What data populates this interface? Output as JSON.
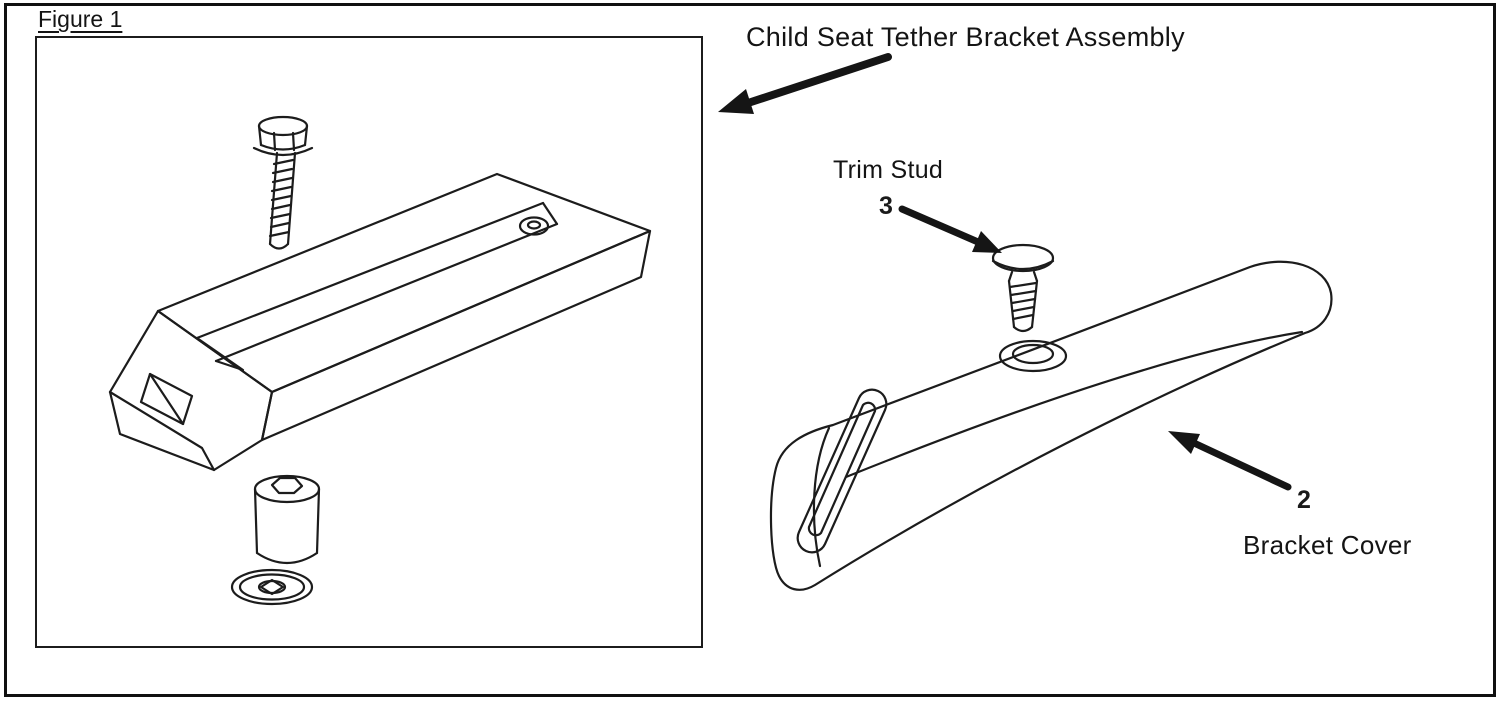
{
  "figure": {
    "label": "Figure 1"
  },
  "labels": {
    "assembly": "Child Seat Tether Bracket Assembly",
    "trim_stud": "Trim Stud",
    "trim_stud_number": "3",
    "bracket_cover_number": "2",
    "bracket_cover": "Bracket Cover"
  },
  "colors": {
    "line": "#1c1c1c",
    "arrow": "#151515",
    "background": "#ffffff",
    "border": "#101010"
  }
}
